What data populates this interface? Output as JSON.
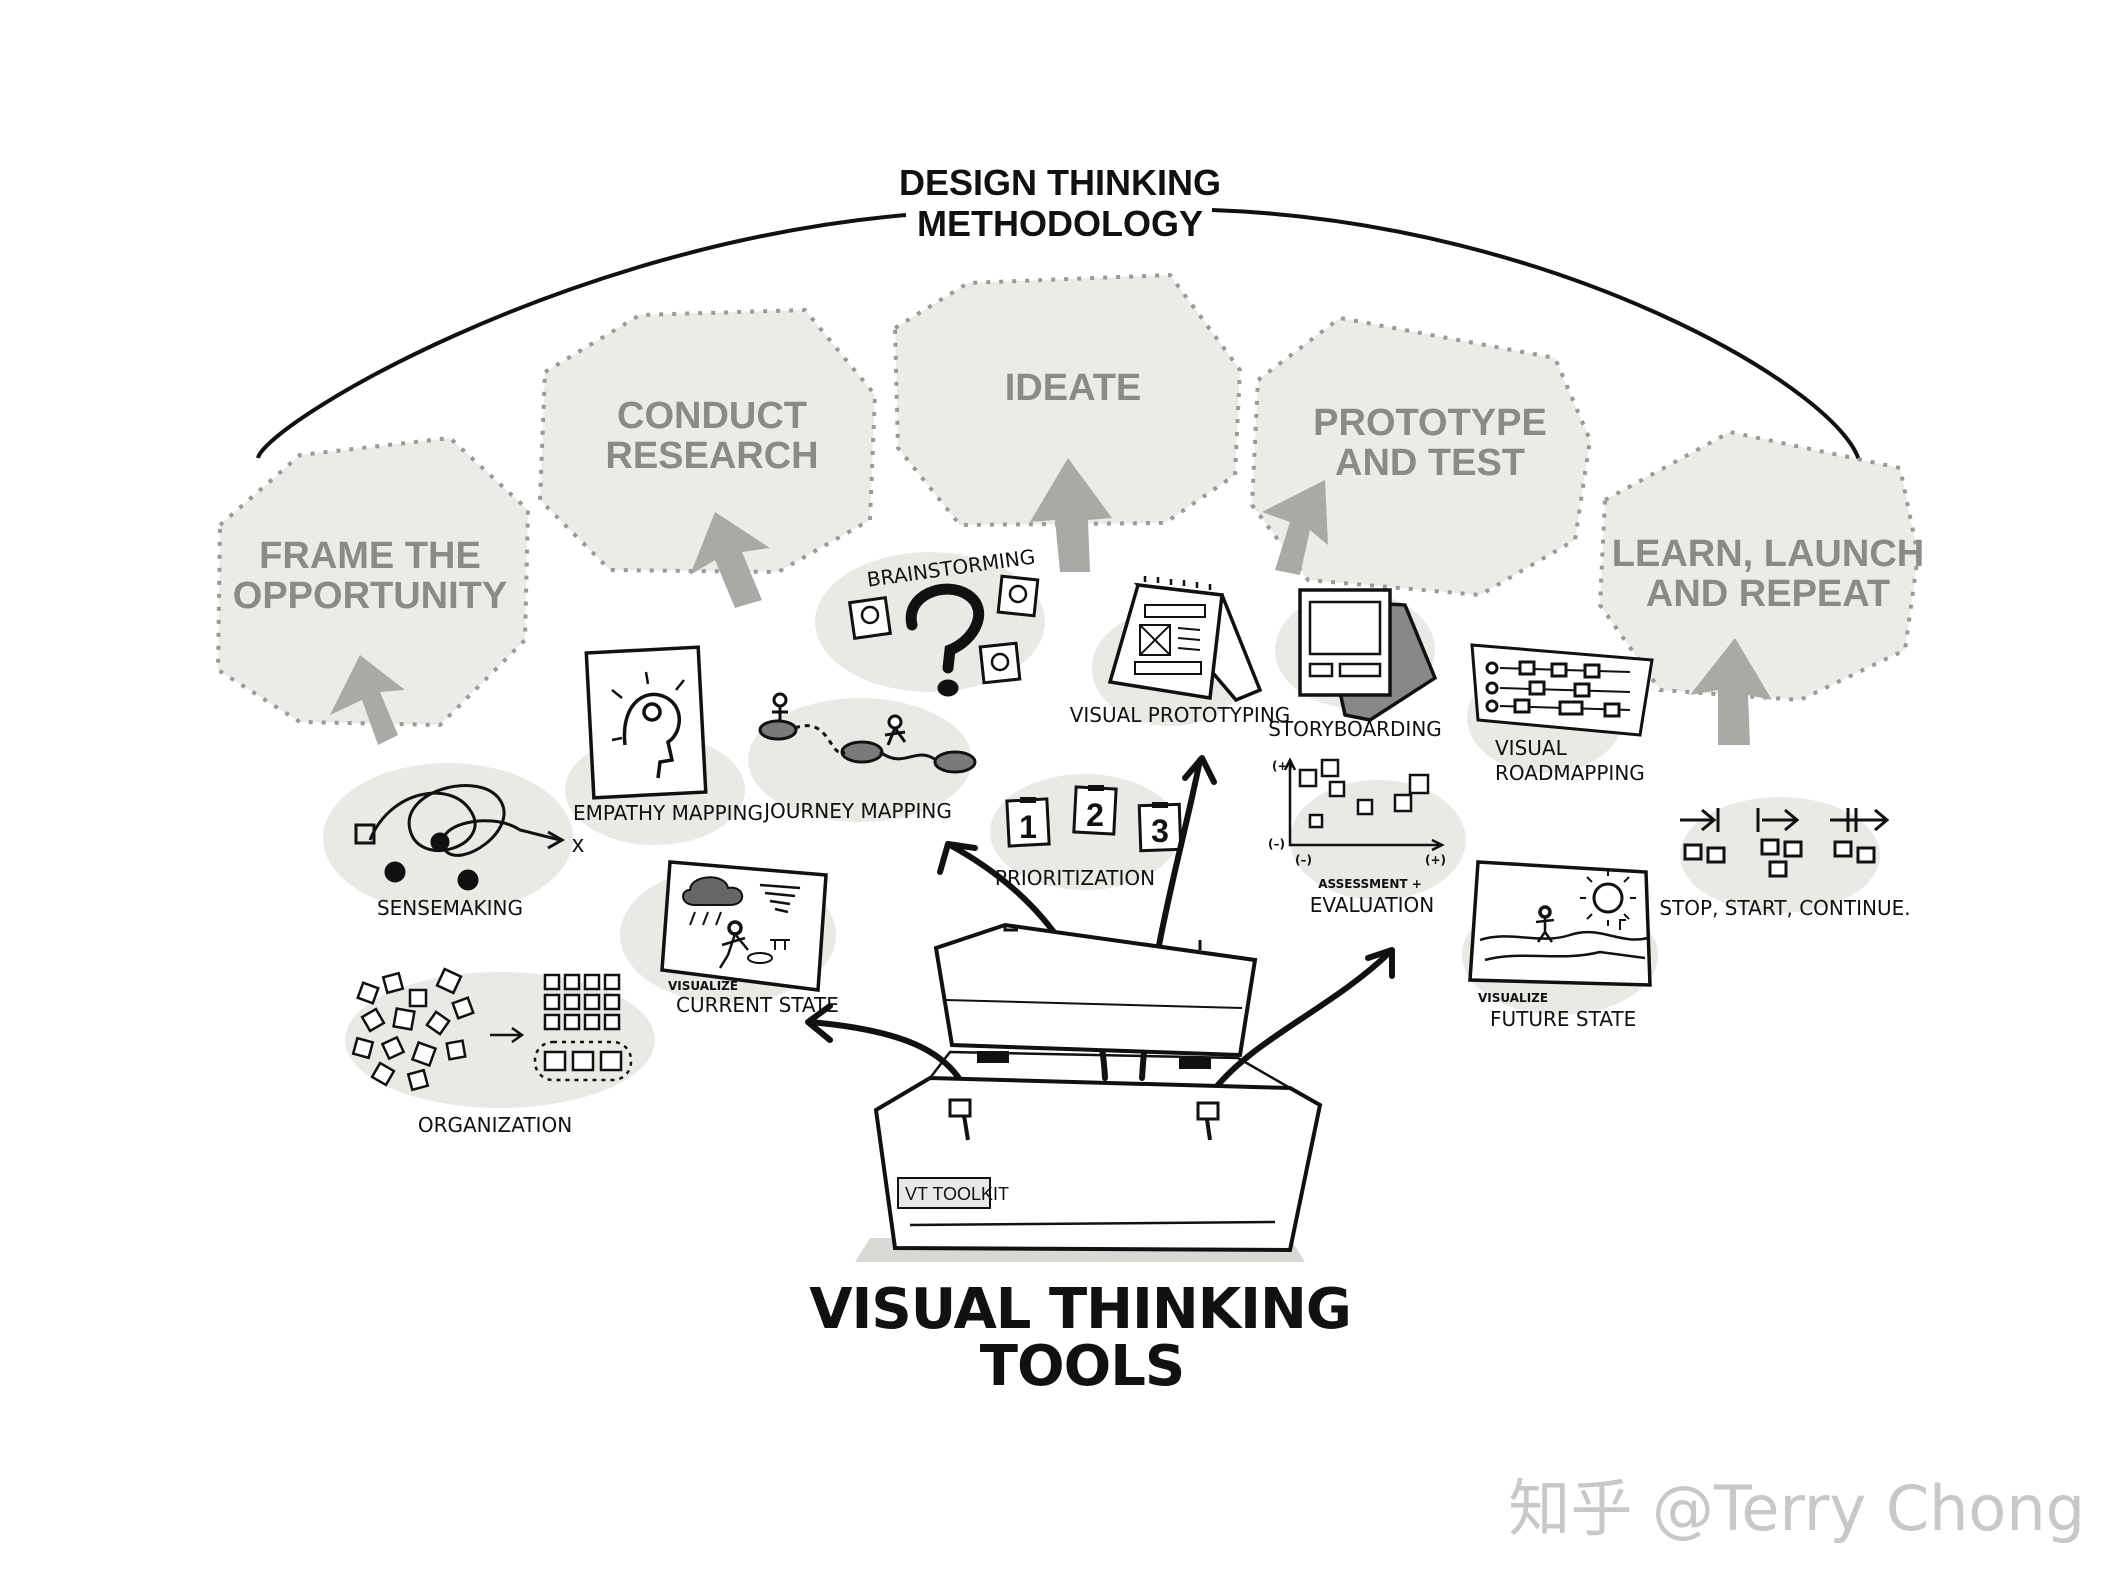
{
  "title": {
    "line1": "DESIGN THINKING",
    "line2": "METHODOLOGY"
  },
  "stages": [
    {
      "line1": "FRAME THE",
      "line2": "OPPORTUNITY"
    },
    {
      "line1": "CONDUCT",
      "line2": "RESEARCH"
    },
    {
      "line1": "IDEATE",
      "line2": ""
    },
    {
      "line1": "PROTOTYPE",
      "line2": "AND TEST"
    },
    {
      "line1": "LEARN, LAUNCH",
      "line2": "AND REPEAT"
    }
  ],
  "tools": {
    "sensemaking": "SENSEMAKING",
    "organization": "ORGANIZATION",
    "empathy_mapping": "EMPATHY MAPPING",
    "journey_mapping": "JOURNEY MAPPING",
    "visualize_current_small": "VISUALIZE",
    "visualize_current": "CURRENT STATE",
    "brainstorming": "BRAINSTORMING",
    "prioritization": "PRIORITIZATION",
    "priority_numbers": [
      "1",
      "2",
      "3"
    ],
    "visual_prototyping": "VISUAL PROTOTYPING",
    "storyboarding": "STORYBOARDING",
    "assessment_line1": "ASSESSMENT +",
    "assessment_line2": "EVALUATION",
    "axis_plus": "(+)",
    "axis_minus": "(–)",
    "visual_roadmapping_line1": "VISUAL",
    "visual_roadmapping_line2": "ROADMAPPING",
    "visualize_future_small": "VISUALIZE",
    "visualize_future": "FUTURE STATE",
    "stop_start_continue": "STOP, START, CONTINUE."
  },
  "toolkit_label": "VT TOOLKIT",
  "footer": {
    "line1": "VISUAL THINKING",
    "line2": "TOOLS"
  },
  "watermark": "知乎 @Terry Chong",
  "colors": {
    "hex_fill": "#ebebe8",
    "hex_stroke": "#9a9a97",
    "arrow_gray": "#a9a9a6",
    "blob": "#e9e9e6",
    "ink": "#111111"
  }
}
